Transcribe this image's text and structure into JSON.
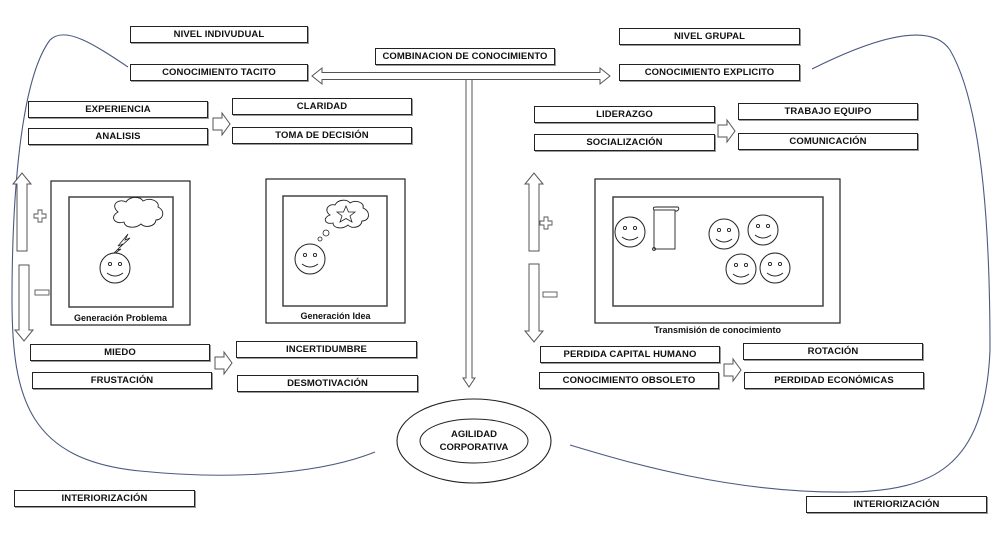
{
  "diagram": {
    "center": {
      "combination_label": "COMBINACION DE CONOCIMIENTO",
      "goal_line1": "AGILIDAD",
      "goal_line2": "CORPORATIVA"
    },
    "left": {
      "level": "NIVEL INDIVUDUAL",
      "knowledge_type": "CONOCIMIENTO TACITO",
      "inputs": [
        "EXPERIENCIA",
        "ANALISIS"
      ],
      "outputs": [
        "CLARIDAD",
        "TOMA DE DECISIÓN"
      ],
      "panels": [
        {
          "caption": "Generación Problema",
          "icon": "smiley-thought-lightning-icon"
        },
        {
          "caption": "Generación Idea",
          "icon": "smiley-thought-star-icon"
        }
      ],
      "positive_symbol": "+",
      "negative_symbol": "−",
      "negative_inputs": [
        "MIEDO",
        "FRUSTACIÓN"
      ],
      "negative_outputs": [
        "INCERTIDUMBRE",
        "DESMOTIVACIÓN"
      ],
      "footer": "INTERIORIZACIÓN"
    },
    "right": {
      "level": "NIVEL GRUPAL",
      "knowledge_type": "CONOCIMIENTO EXPLICITO",
      "inputs": [
        "LIDERAZGO",
        "SOCIALIZACIÓN"
      ],
      "outputs": [
        "TRABAJO EQUIPO",
        "COMUNICACIÓN"
      ],
      "panel": {
        "caption": "Transmisión de conocimiento",
        "icon": "smileys-scroll-icon"
      },
      "positive_symbol": "+",
      "negative_symbol": "−",
      "negative_inputs": [
        "PERDIDA CAPITAL HUMANO",
        "CONOCIMIENTO OBSOLETO"
      ],
      "negative_outputs": [
        "ROTACIÓN",
        "PERDIDAD ECONÓMICAS"
      ],
      "footer": "INTERIORIZACIÓN"
    },
    "colors": {
      "line": "#222222",
      "curve": "#4a5a80",
      "arrow_outline": "#555555"
    }
  }
}
